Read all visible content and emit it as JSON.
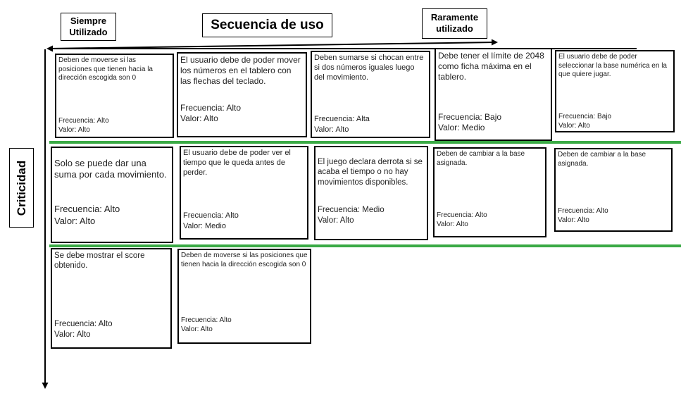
{
  "headers": {
    "siempre_line1": "Siempre",
    "siempre_line2": "Utilizado",
    "secuencia": "Secuencia de uso",
    "raramente_line1": "Raramente",
    "raramente_line2": "utilizado",
    "criticidad": "Criticidad"
  },
  "colors": {
    "separator": "#3aaa45",
    "border": "#000000"
  },
  "cards": [
    {
      "desc": "Deben de moverse si las posiciones que tienen hacia la dirección escogida son 0",
      "freq": "Frecuencia: Alto",
      "value": "Valor: Alto"
    },
    {
      "desc": "El usuario debe de poder mover los números en el tablero con las flechas del teclado.",
      "freq": "Frecuencia: Alto",
      "value": "Valor: Alto"
    },
    {
      "desc": "Deben sumarse si chocan entre si dos números iguales luego del movimiento.",
      "freq": "Frecuencia: Alta",
      "value": "Valor: Alto"
    },
    {
      "desc": "Debe tener el límite de 2048 como ficha máxima en el tablero.",
      "freq": "Frecuencia: Bajo",
      "value": "Valor: Medio"
    },
    {
      "desc": "El usuario debe de poder seleccionar la base numérica en la que quiere jugar.",
      "freq": "Frecuencia: Bajo",
      "value": "Valor: Alto"
    },
    {
      "desc": "Solo se puede dar una suma por cada movimiento.",
      "freq": "Frecuencia: Alto",
      "value": "Valor: Alto"
    },
    {
      "desc": "El usuario debe de poder ver el tiempo que le queda antes de perder.",
      "freq": "Frecuencia: Alto",
      "value": "Valor: Medio"
    },
    {
      "desc": "El juego declara derrota si se acaba el tiempo o no hay movimientos disponibles.",
      "freq": "Frecuencia: Medio",
      "value": "Valor: Alto"
    },
    {
      "desc": "Deben de cambiar a la base asignada.",
      "freq": "Frecuencia: Alto",
      "value": "Valor: Alto"
    },
    {
      "desc": "Deben de cambiar a la base asignada.",
      "freq": "Frecuencia: Alto",
      "value": "Valor: Alto"
    },
    {
      "desc": "Se debe mostrar el score obtenido.",
      "freq": "Frecuencia: Alto",
      "value": "Valor: Alto"
    },
    {
      "desc": "Deben de moverse si las posiciones que tienen hacia la dirección escogida son 0",
      "freq": "Frecuencia: Alto",
      "value": "Valor: Alto"
    }
  ]
}
